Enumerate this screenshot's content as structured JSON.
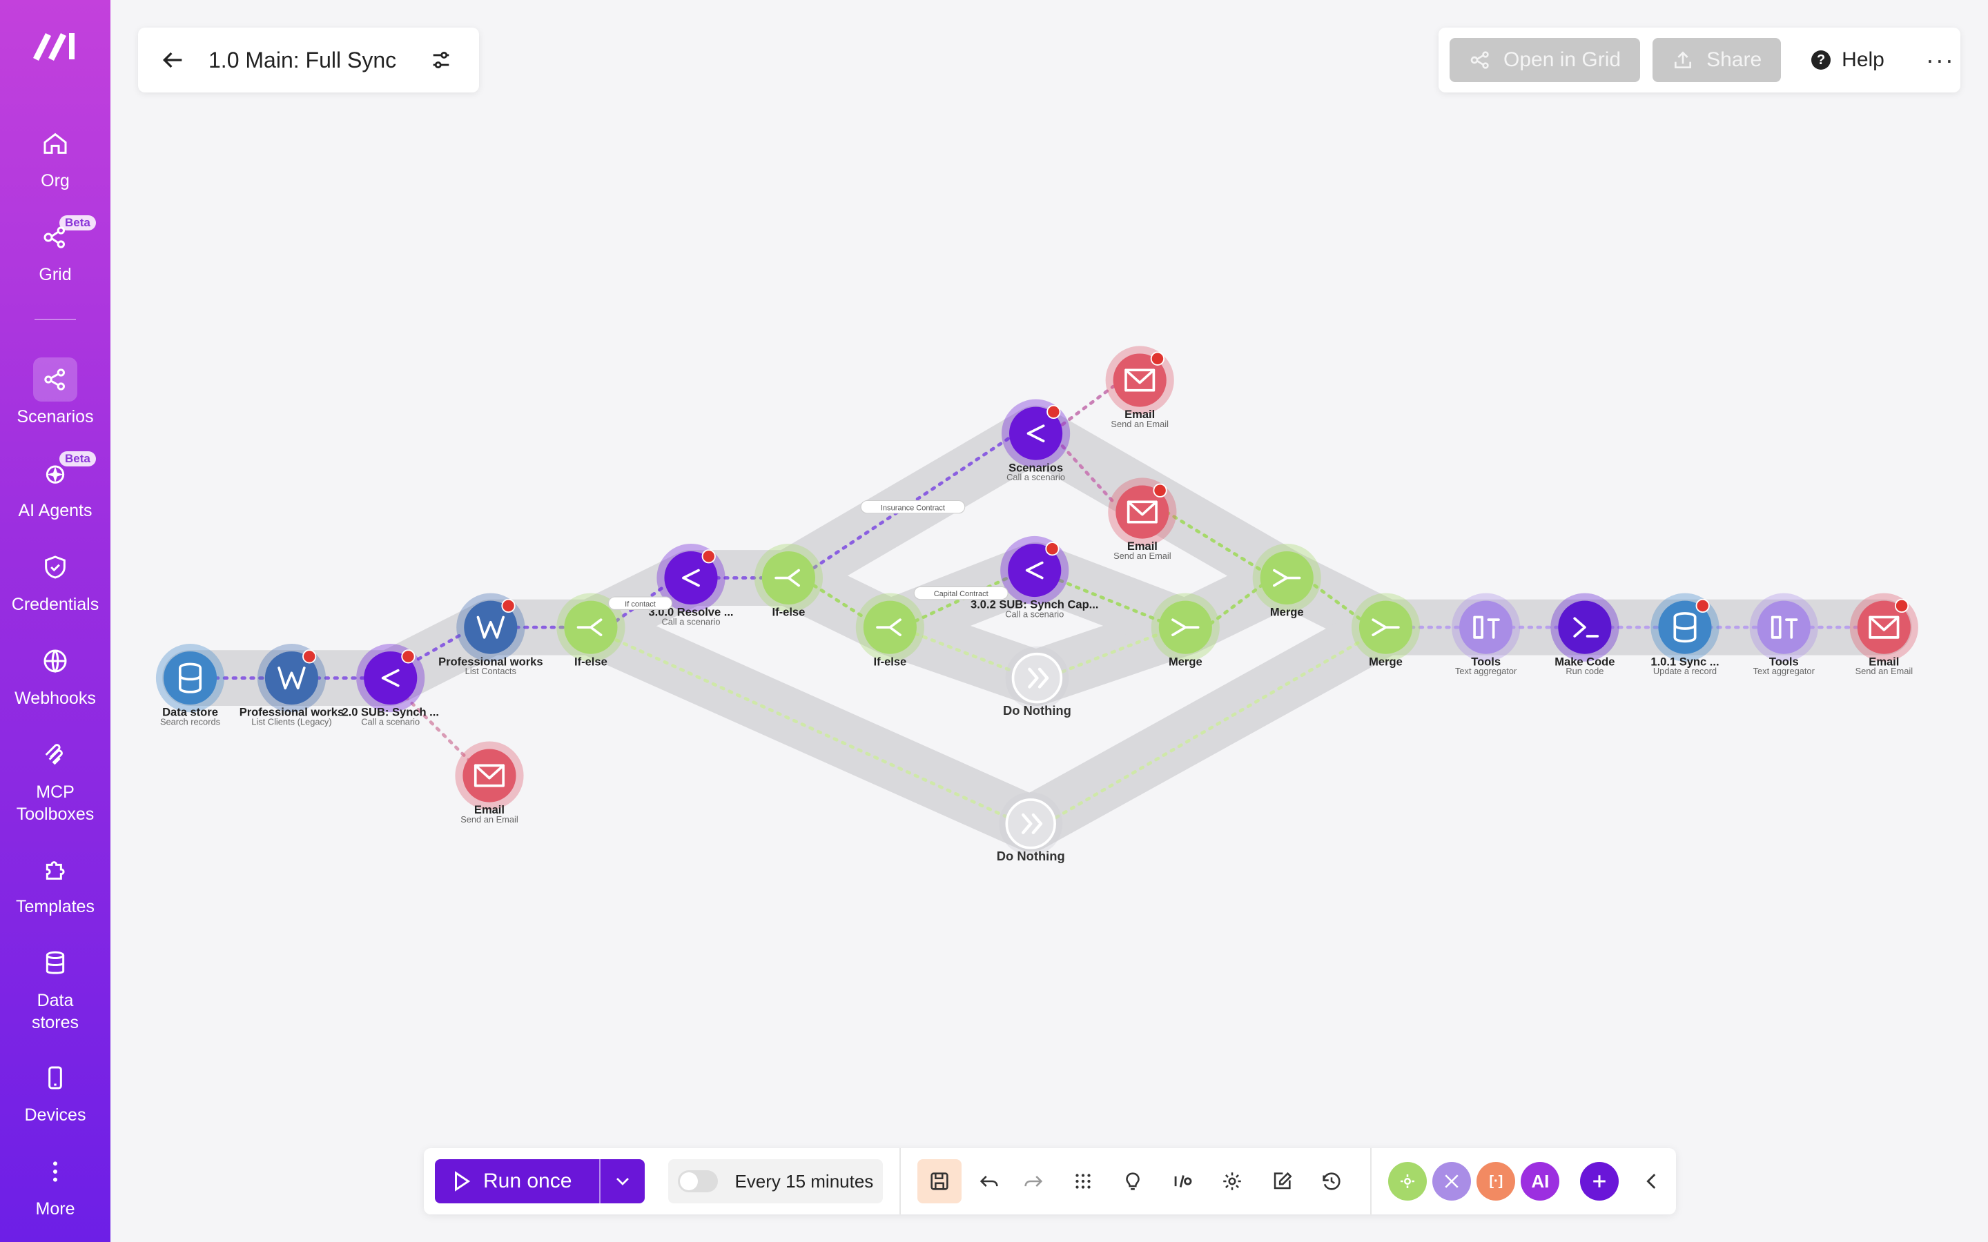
{
  "sidebar": {
    "items": [
      {
        "label": "Org",
        "icon": "home-icon"
      },
      {
        "label": "Grid",
        "icon": "grid-icon",
        "badge": "Beta"
      },
      {
        "label": "Scenarios",
        "icon": "share-icon",
        "active": true
      },
      {
        "label": "AI Agents",
        "icon": "ai-agents-icon",
        "badge": "Beta"
      },
      {
        "label": "Credentials",
        "icon": "shield-icon"
      },
      {
        "label": "Webhooks",
        "icon": "globe-icon"
      },
      {
        "label": "MCP\nToolboxes",
        "icon": "mcp-icon"
      },
      {
        "label": "Templates",
        "icon": "puzzle-icon"
      },
      {
        "label": "Data\nstores",
        "icon": "database-icon"
      },
      {
        "label": "Devices",
        "icon": "phone-icon"
      },
      {
        "label": "More",
        "icon": "more-vertical-icon"
      }
    ]
  },
  "header": {
    "title": "1.0 Main: Full Sync",
    "actions": {
      "open_in_grid": "Open in Grid",
      "share": "Share",
      "help": "Help"
    }
  },
  "toolbar": {
    "run_once": "Run once",
    "schedule": "Every 15 minutes",
    "app_badges": [
      "AI"
    ]
  },
  "colors": {
    "sidebar_top": "#c341dc",
    "sidebar_bottom": "#6d1fe6",
    "purple_node": "#6a16d8",
    "green_node": "#a6d96a",
    "blue_node": "#3b7dc4",
    "email_node": "#e05a6a",
    "tools_node": "#a98de6"
  },
  "nodes": [
    {
      "id": "n1",
      "name": "Data store",
      "sub": "Search records",
      "type": "db"
    },
    {
      "id": "n2",
      "name": "Professional works",
      "sub": "List Clients (Legacy)",
      "type": "pw"
    },
    {
      "id": "n3",
      "name": "2.0 SUB: Synch ...",
      "sub": "Call a scenario",
      "type": "scenario"
    },
    {
      "id": "n4",
      "name": "Email",
      "sub": "Send an Email",
      "type": "email"
    },
    {
      "id": "n5",
      "name": "Professional works",
      "sub": "List Contacts",
      "type": "pw"
    },
    {
      "id": "n6",
      "name": "If-else",
      "sub": "",
      "type": "ifelse"
    },
    {
      "id": "n7",
      "name": "3.0.0 Resolve ...",
      "sub": "Call a scenario",
      "type": "scenario"
    },
    {
      "id": "n8",
      "name": "If-else",
      "sub": "",
      "type": "ifelse"
    },
    {
      "id": "n9",
      "name": "Scenarios",
      "sub": "Call a scenario",
      "type": "scenario"
    },
    {
      "id": "n10",
      "name": "Email",
      "sub": "Send an Email",
      "type": "email"
    },
    {
      "id": "n11",
      "name": "Email",
      "sub": "Send an Email",
      "type": "email"
    },
    {
      "id": "n12",
      "name": "If-else",
      "sub": "",
      "type": "ifelse"
    },
    {
      "id": "n13",
      "name": "3.0.2 SUB: Synch Cap...",
      "sub": "Call a scenario",
      "type": "scenario"
    },
    {
      "id": "n14",
      "name": "Merge",
      "sub": "",
      "type": "merge"
    },
    {
      "id": "n15",
      "name": "Merge",
      "sub": "",
      "type": "merge"
    },
    {
      "id": "n16",
      "name": "Do Nothing",
      "sub": "",
      "type": "nothing"
    },
    {
      "id": "n17",
      "name": "Merge",
      "sub": "",
      "type": "merge"
    },
    {
      "id": "n18",
      "name": "Tools",
      "sub": "Text aggregator",
      "type": "tools"
    },
    {
      "id": "n19",
      "name": "Make Code",
      "sub": "Run code",
      "type": "code"
    },
    {
      "id": "n20",
      "name": "1.0.1 Sync ...",
      "sub": "Update a record",
      "type": "db"
    },
    {
      "id": "n21",
      "name": "Tools",
      "sub": "Text aggregator",
      "type": "tools"
    },
    {
      "id": "n22",
      "name": "Email",
      "sub": "Send an Email",
      "type": "email"
    },
    {
      "id": "n23",
      "name": "Do Nothing",
      "sub": "",
      "type": "nothing"
    }
  ],
  "route_labels": [
    "If contact",
    "Insurance Contract",
    "Capital Contract"
  ]
}
